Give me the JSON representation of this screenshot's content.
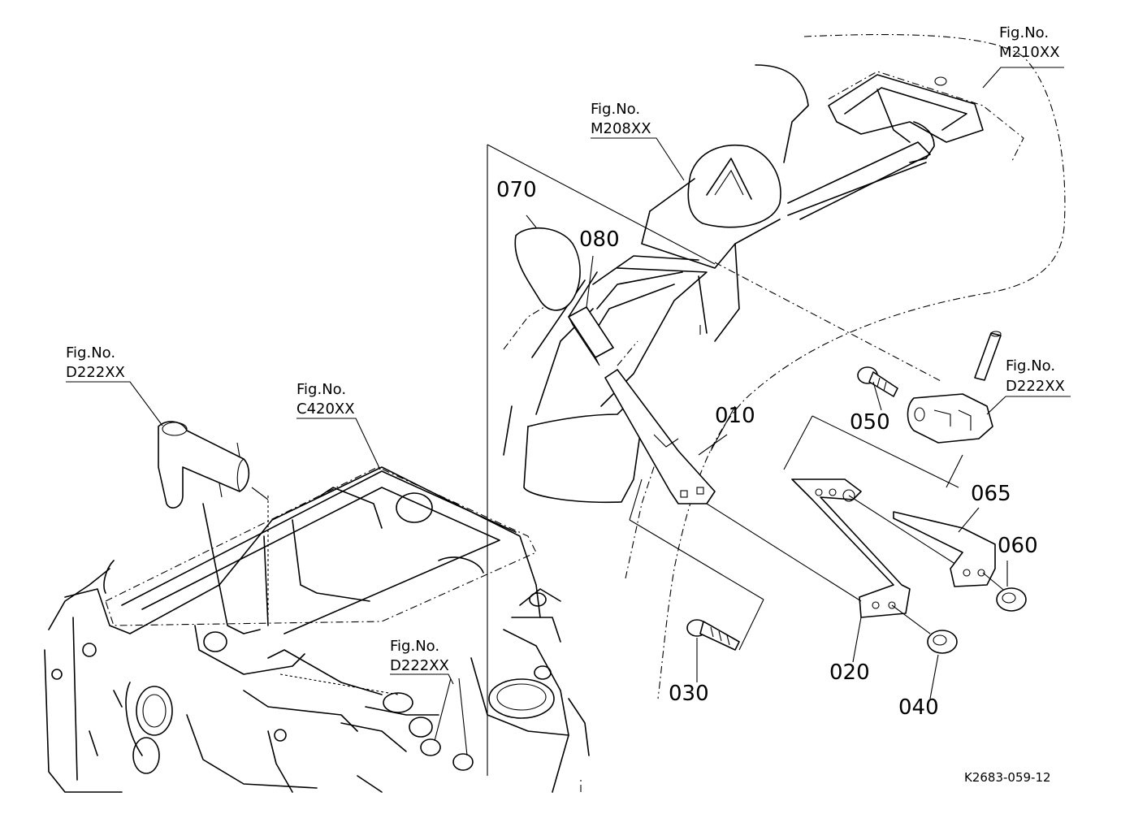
{
  "parts": {
    "p010": "010",
    "p020": "020",
    "p030": "030",
    "p040": "040",
    "p050": "050",
    "p060": "060",
    "p065": "065",
    "p070": "070",
    "p080": "080"
  },
  "fig_refs": {
    "fig_no_label": "Fig.No.",
    "m210": "M210XX",
    "m208": "M208XX",
    "d222_left": "D222XX",
    "c420": "C420XX",
    "d222_bottom": "D222XX",
    "d222_right": "D222XX"
  },
  "drawing_number": "K2683-059-12"
}
